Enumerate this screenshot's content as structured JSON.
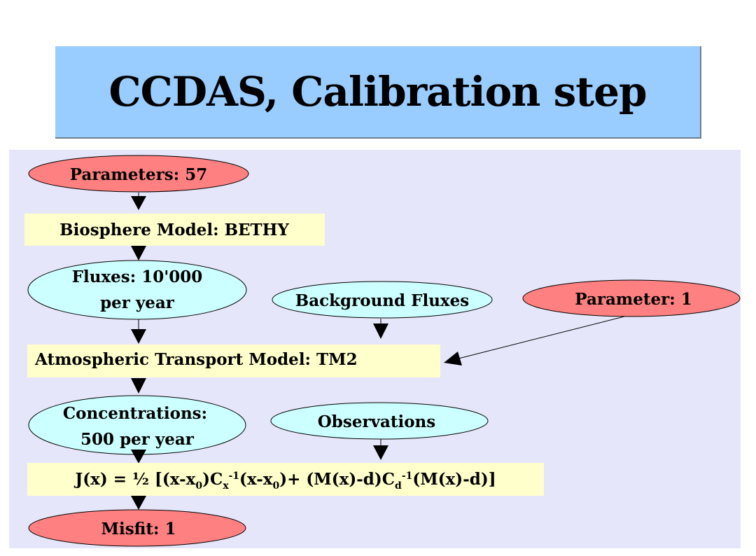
{
  "title": "CCDAS, Calibration step",
  "colors": {
    "title_bg": "#99ccff",
    "panel_bg": "#e6e6fa",
    "red_node": "#ff8080",
    "cyan_node": "#ccffff",
    "yellow_box": "#ffffcc"
  },
  "nodes": {
    "parameters": "Parameters: 57",
    "biosphere_model": "Biosphere Model: BETHY",
    "fluxes_line1": "Fluxes: 10'000",
    "fluxes_line2": "per year",
    "background_fluxes": "Background Fluxes",
    "parameter_one": "Parameter: 1",
    "transport_model": "Atmospheric Transport Model: TM2",
    "concentrations_line1": "Concentrations:",
    "concentrations_line2": "500 per year",
    "observations": "Observations",
    "cost_function": {
      "p1": "J(x) = ½ [(x-x",
      "sub0a": "0",
      "p2": ")C",
      "subx": "x",
      "sup1a": "-1",
      "p3": "(x-x",
      "sub0b": "0",
      "p4": ")+ (M(x)-d)C",
      "subd": "d",
      "sup1b": "-1",
      "p5": "(M(x)-d)]"
    },
    "misfit": "Misfit: 1"
  }
}
